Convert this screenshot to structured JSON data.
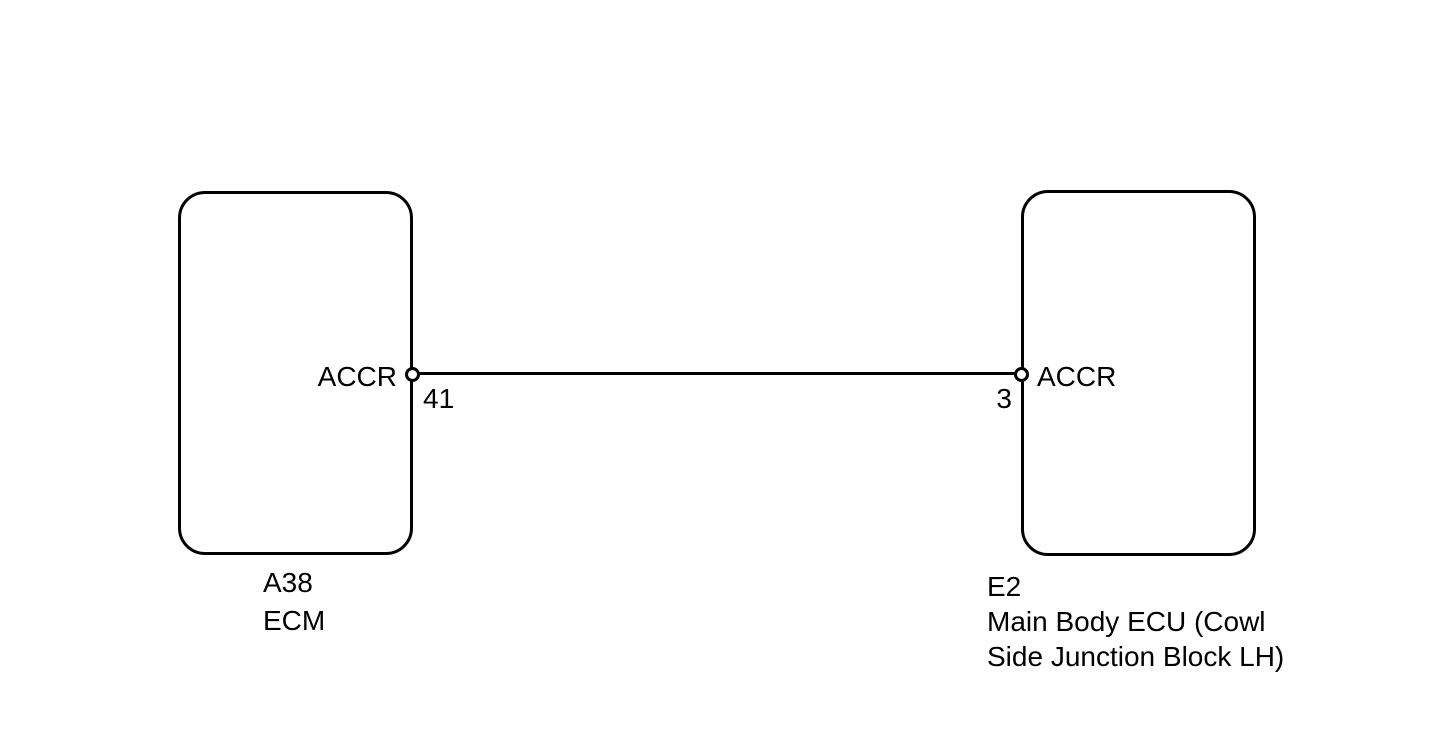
{
  "colors": {
    "background": "#ffffff",
    "line": "#000000",
    "text": "#000000"
  },
  "left_connector": {
    "pin_label": "ACCR",
    "pin_number": "41",
    "caption_line1": "A38",
    "caption_line2": "ECM"
  },
  "right_connector": {
    "pin_label": "ACCR",
    "pin_number": "3",
    "caption_line1": "E2",
    "caption_line2": "Main Body ECU (Cowl",
    "caption_line3": "Side Junction Block LH)"
  }
}
